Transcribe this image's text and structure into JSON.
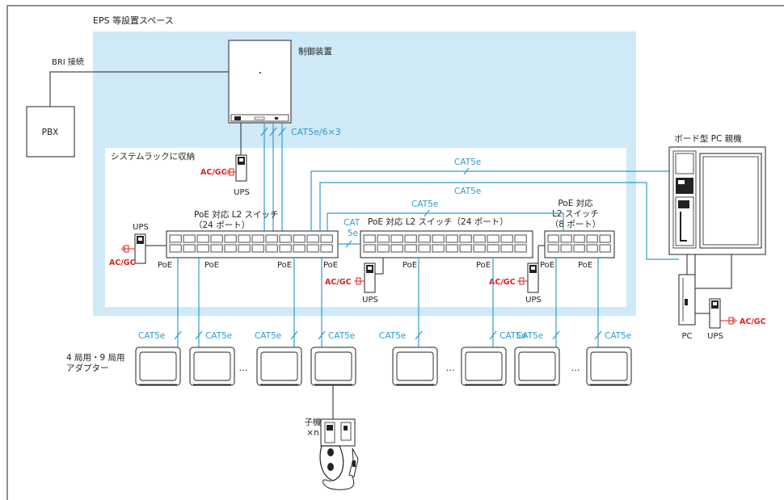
{
  "colors": {
    "cable": "#2f9bd0",
    "zone_fill": "#cfe9f7",
    "power_text": "#e0201e",
    "line": "#222222"
  },
  "labels": {
    "eps_title": "EPS 等設置スペース",
    "rack_title": "システムラックに収納",
    "controller": "制御装置",
    "pbx": "PBX",
    "bri": "BRI 接続",
    "cat_main": "CAT5e/6×3",
    "cat5e": "CAT5e",
    "cat_split_1": "CAT",
    "cat_split_2": "5e",
    "switch_24_line1": "PoE 対応 L2 スイッチ",
    "switch_24_line2": "（24 ポート）",
    "switch_24_inline": "PoE 対応 L2 スイッチ（24 ポート）",
    "switch_8_line1": "PoE 対応",
    "switch_8_line2": "L2 スイッチ",
    "switch_8_line3": "（8 ポート）",
    "ups": "UPS",
    "acgc": "AC/GC",
    "poe": "PoE",
    "board_pc": "ボード型 PC 親機",
    "pc": "PC",
    "adapter_line1": "4 局用・9 局用",
    "adapter_line2": "アダプター",
    "handset_line1": "子機",
    "handset_line2": "×n",
    "ellipsis": "…"
  },
  "icons": {
    "power_plug": "plug-icon",
    "ups_unit": "ups-icon",
    "monitor": "adapter-monitor-icon",
    "handset": "handset-icon"
  }
}
